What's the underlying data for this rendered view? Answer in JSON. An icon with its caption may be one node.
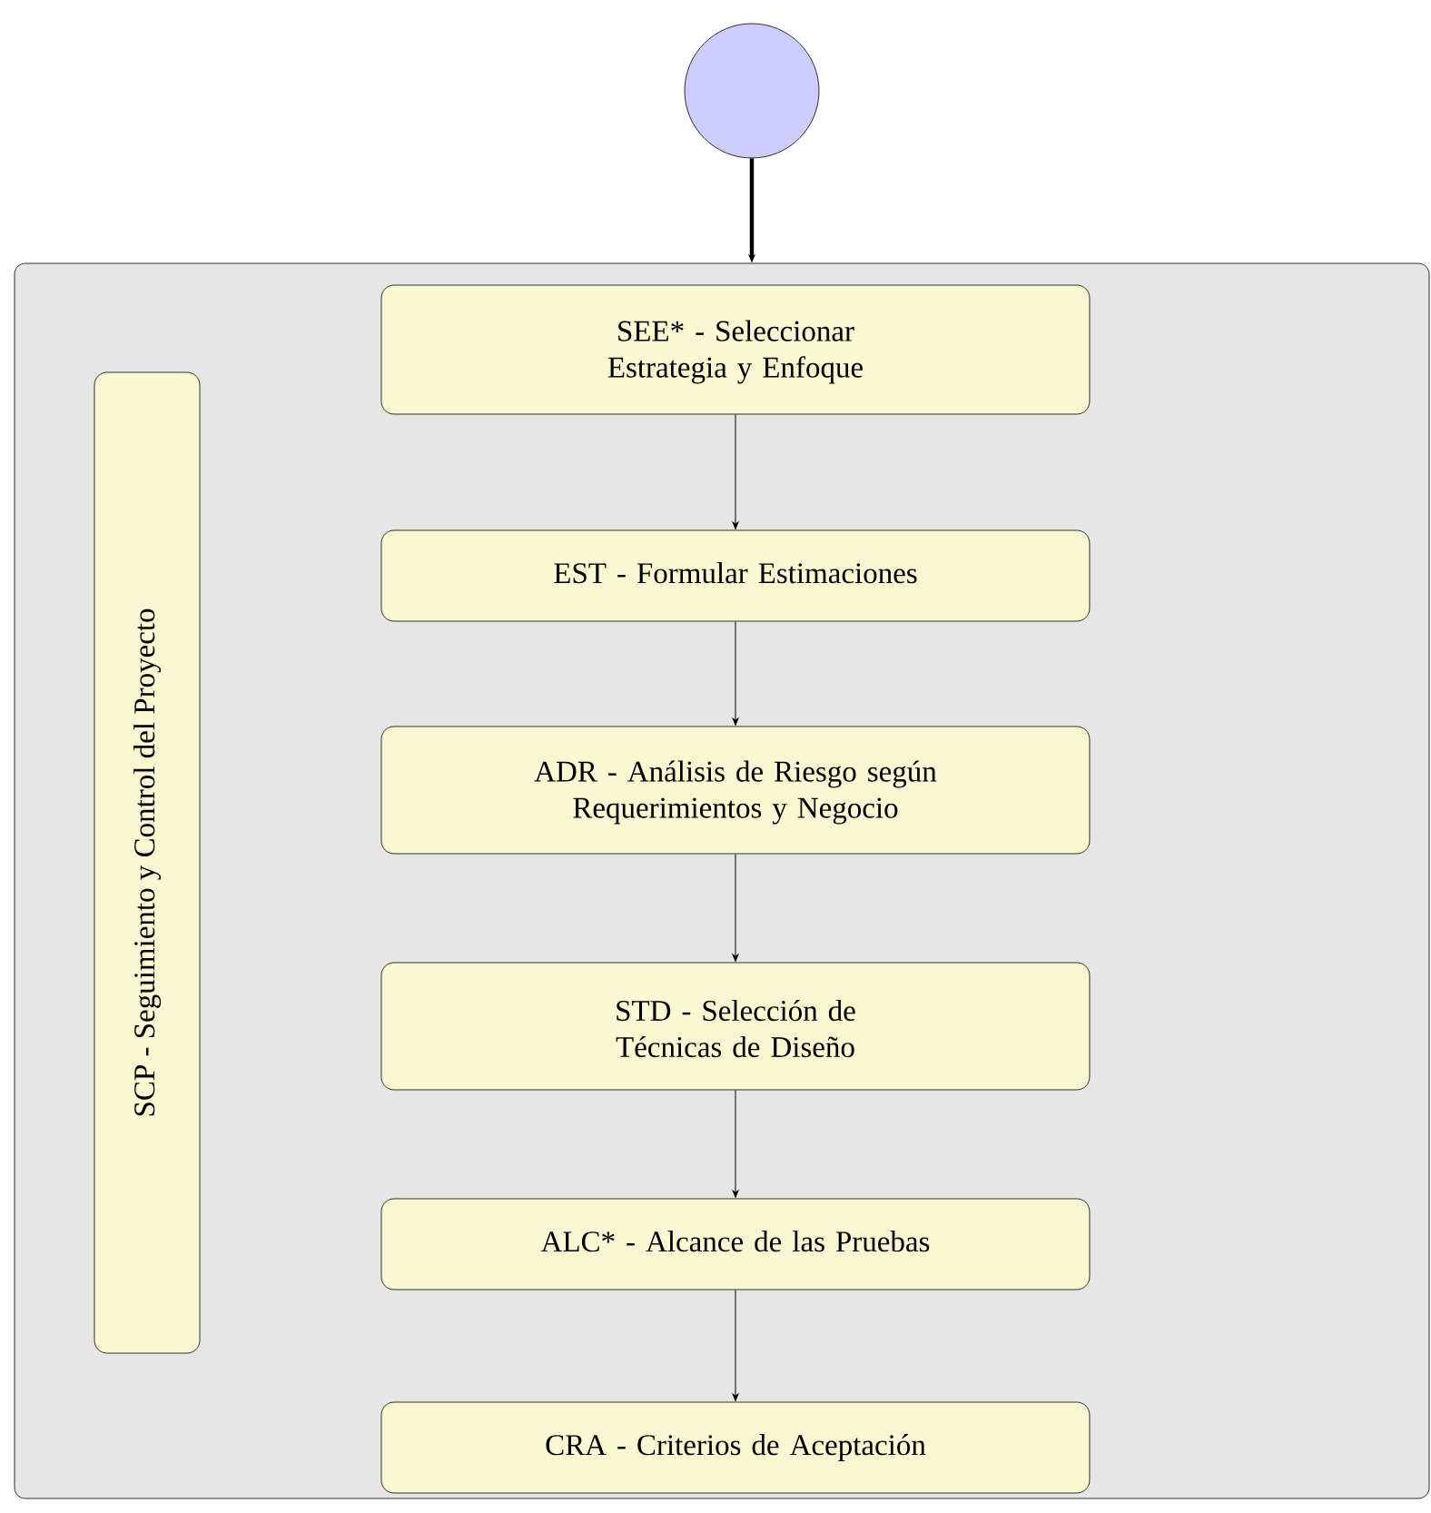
{
  "diagram": {
    "nodes": [
      {
        "text": [],
        "shape": "circle"
      },
      {
        "text": [],
        "shape": "box"
      },
      {
        "text": [
          "SCP - Seguimiento y Control del Proyecto"
        ],
        "in": 1
      },
      {
        "text": [
          "SEE* - Seleccionar Estrategia y Enfoque"
        ],
        "in": 1
      },
      {
        "text": [
          "EST - Formular Estimaciones"
        ],
        "in": 1
      },
      {
        "text": [
          "ADR - Análisis de Riesgo según Requerimientos y Negocio"
        ],
        "in": 1
      },
      {
        "text": [
          "STD - Selección de Técnicas de Diseño"
        ],
        "in": 1
      },
      {
        "text": [
          "ALC* - Alcance de las Pruebas"
        ],
        "in": 1
      },
      {
        "text": [
          "CRA - Criterios de Aceptación"
        ],
        "in": 1
      }
    ],
    "edges": [
      {
        "from": 0,
        "to": 1,
        "arrow": "to",
        "style": "thick"
      },
      {
        "from": 3,
        "to": 4,
        "arrow": "to"
      },
      {
        "from": 4,
        "to": 5,
        "arrow": "to"
      },
      {
        "from": 5,
        "to": 6,
        "arrow": "to"
      },
      {
        "from": 6,
        "to": 7,
        "arrow": "to"
      },
      {
        "from": 7,
        "to": 8,
        "arrow": "to"
      }
    ]
  }
}
